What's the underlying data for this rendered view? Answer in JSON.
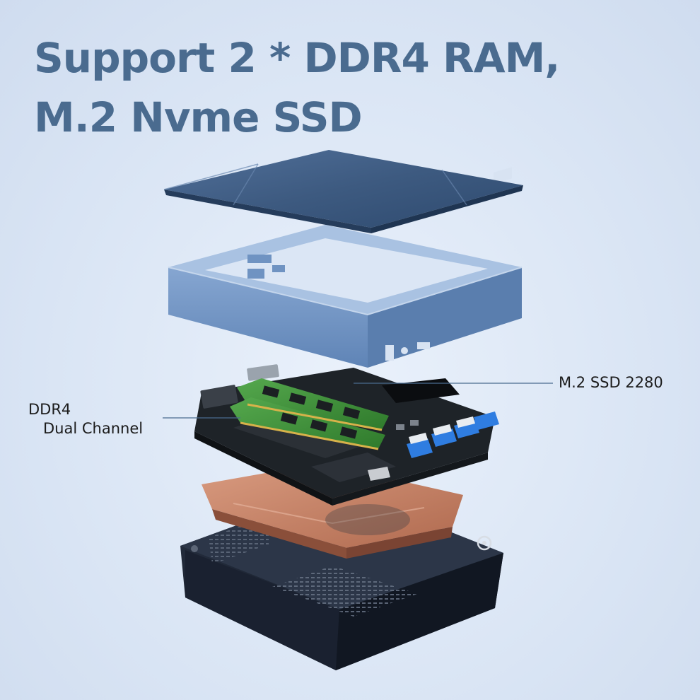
{
  "headline": {
    "line1": "Support 2 * DDR4 RAM,",
    "line2": "M.2 Nvme SSD"
  },
  "callouts": {
    "ssd": "M.2 SSD 2280",
    "ram_line1": "DDR4",
    "ram_line2": "Dual Channel"
  },
  "colors": {
    "headline": "#4a6b8f",
    "lid": "#3d5a80",
    "frame": "#6f93c2",
    "board": "#1e2328",
    "ram_pcb": "#3e8e3a",
    "heatsink_copper": "#c9876a",
    "base": "#1c2433",
    "usb_blue": "#2f7de1"
  },
  "icons": [
    "lid-panel",
    "frame-ring",
    "motherboard",
    "ram-module",
    "copper-heatsink",
    "base-chassis"
  ]
}
